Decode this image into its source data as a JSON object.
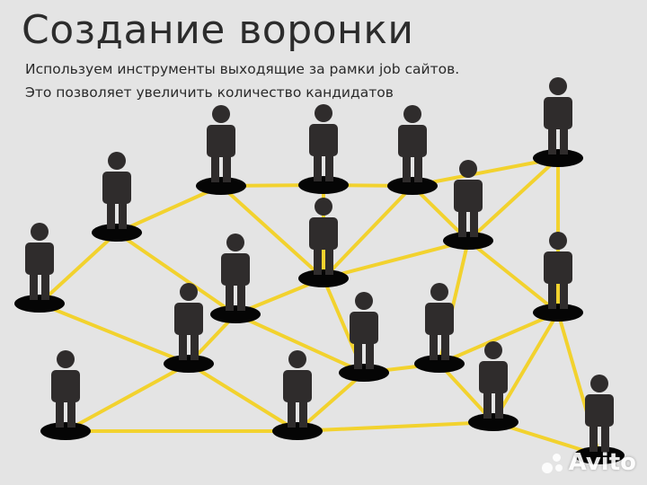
{
  "slide": {
    "title": "Создание воронки",
    "subtitle_lines": [
      "Используем инструменты выходящие  за рамки job сайтов.",
      "Это позволяет увеличить количество кандидатов"
    ]
  },
  "diagram": {
    "node_icon": "person-icon",
    "edge_color": "#f2d22e",
    "person_color": "#2f2c2c",
    "base_color": "#050505"
  },
  "watermark": {
    "text": "Avito",
    "icon": "avito-dots-icon"
  }
}
